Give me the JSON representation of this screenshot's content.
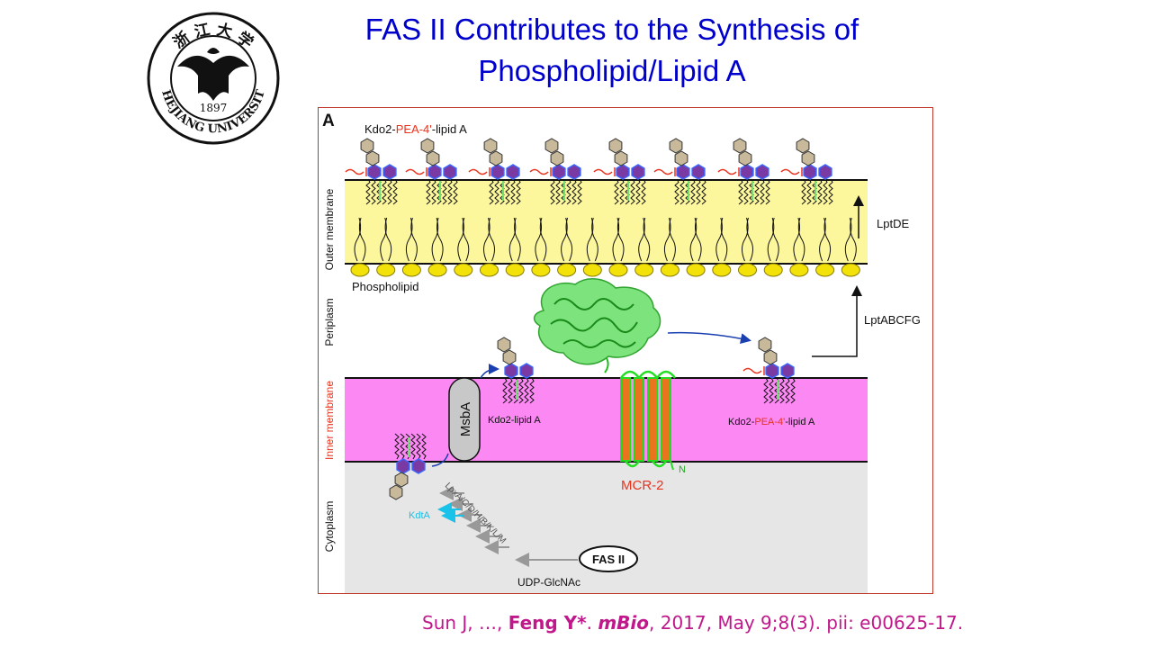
{
  "slide": {
    "title_line1": "FAS II Contributes to the Synthesis of",
    "title_line2": "Phospholipid/Lipid A"
  },
  "logo": {
    "text": "ZHEJIANG UNIVERSITY",
    "year": "1897",
    "glyphs": "浙 江 大 学"
  },
  "figure": {
    "panel_letter": "A",
    "regions": {
      "outer": "Outer membrane",
      "periplasm": "Periplasm",
      "inner": "Inner membrane",
      "cytoplasm": "Cytoplasm"
    },
    "labels": {
      "top_lps_prefix": "Kdo2-",
      "top_lps_pea": "PEA-4'",
      "top_lps_suffix": "-lipid A",
      "phospholipid": "Phospholipid",
      "lptde": "LptDE",
      "lptabcfg": "LptABCFG",
      "msba": "MsbA",
      "kdo2_lipid_a": "Kdo2-lipid A",
      "mcr2": "MCR-2",
      "n_term": "N",
      "right_prefix": "Kdo2-",
      "right_pea": "PEA-4'",
      "right_suffix": "-lipid A",
      "lpx": "LpxA/C/D/H/B/K/L/M",
      "kdta": "KdtA",
      "fas2": "FAS II",
      "udp": "UDP-GlcNAc"
    },
    "colors": {
      "outer_membrane": "#fcf79c",
      "inner_membrane": "#fb88f3",
      "cytoplasm": "#e6e6e6",
      "hexagon": "#7a3aa3",
      "kdo": "#c8b99a",
      "mcr_protein": "#22dd22",
      "helix_fill": "#e8741e",
      "pea_red": "#e8331e",
      "kdta_blue": "#18c2e8"
    }
  },
  "citation": {
    "authors_prefix": "Sun J, …, ",
    "corresponding": "Feng Y*",
    "sep": ". ",
    "journal": "mBio",
    "rest": ", 2017, May 9;8(3). pii: e00625-17."
  }
}
